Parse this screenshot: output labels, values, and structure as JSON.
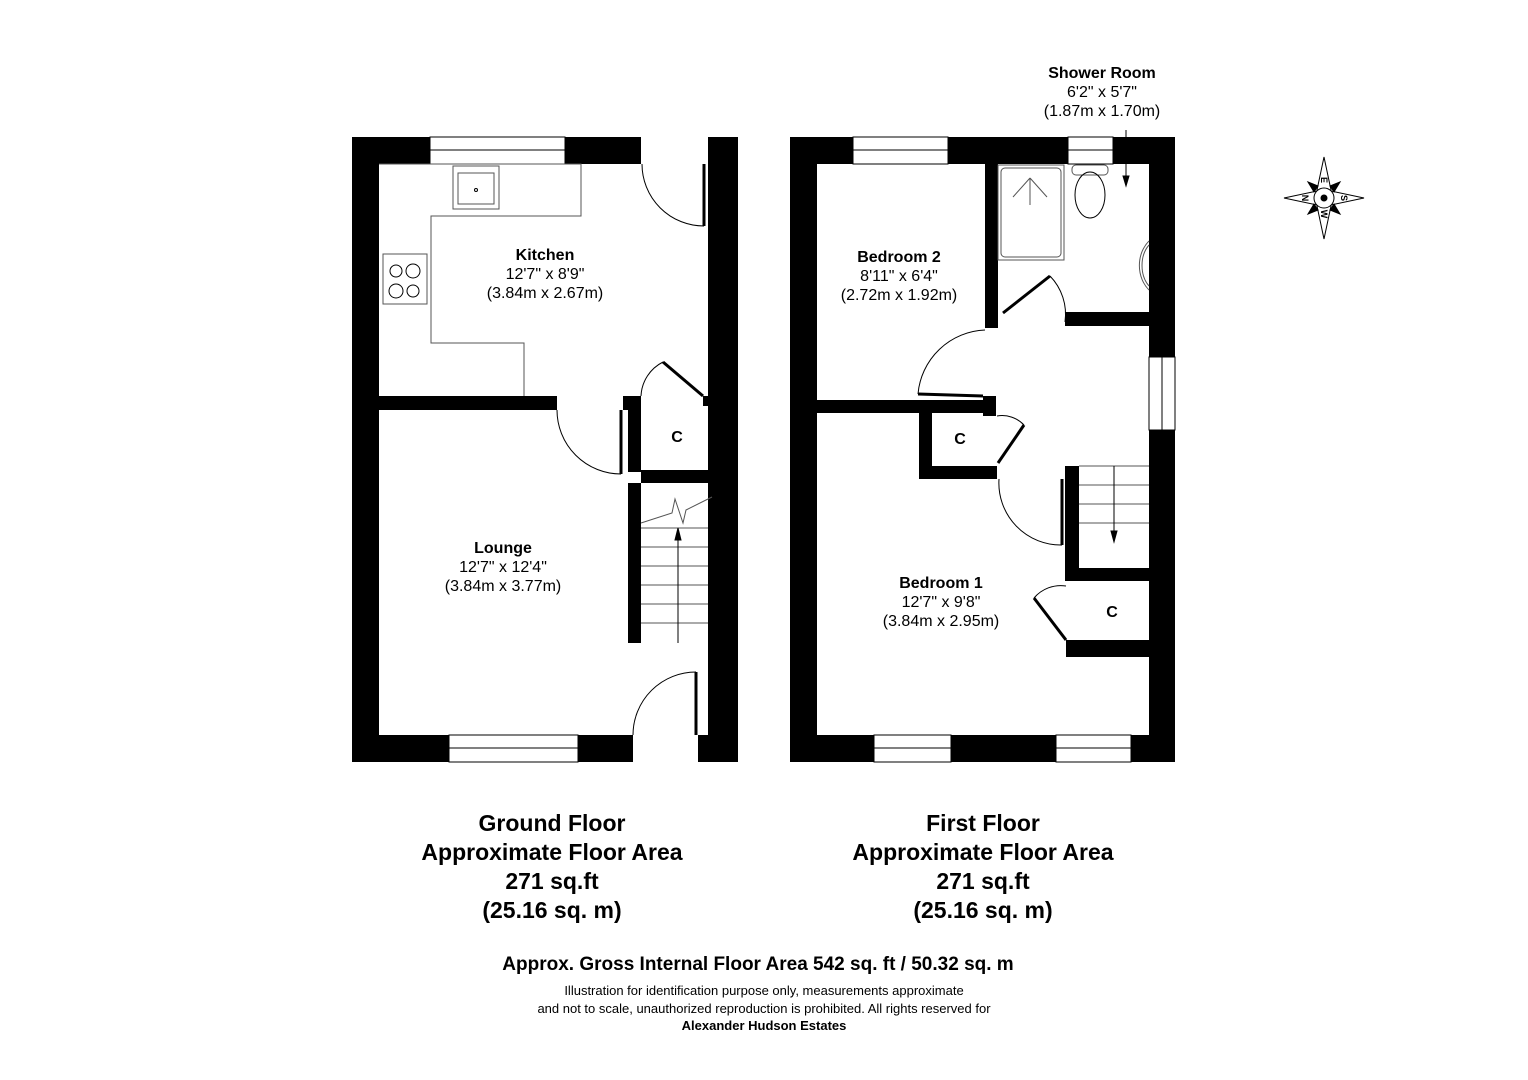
{
  "rooms": {
    "kitchen": {
      "name": "Kitchen",
      "imperial": "12'7\" x 8'9\"",
      "metric": "(3.84m x 2.67m)"
    },
    "lounge": {
      "name": "Lounge",
      "imperial": "12'7\" x 12'4\"",
      "metric": "(3.84m x 3.77m)"
    },
    "bedroom2": {
      "name": "Bedroom 2",
      "imperial": "8'11\" x 6'4\"",
      "metric": "(2.72m x 1.92m)"
    },
    "bedroom1": {
      "name": "Bedroom 1",
      "imperial": "12'7\" x 9'8\"",
      "metric": "(3.84m x 2.95m)"
    },
    "shower_room": {
      "name": "Shower Room",
      "imperial": "6'2\" x 5'7\"",
      "metric": "(1.87m x 1.70m)"
    }
  },
  "cupboards": {
    "ground": "C",
    "first_landing": "C",
    "first_bedroom1": "C"
  },
  "compass": {
    "n": "N",
    "e": "E",
    "s": "S",
    "w": "W"
  },
  "floors": {
    "ground": {
      "title": "Ground Floor",
      "subtitle": "Approximate Floor Area",
      "area_imperial": "271 sq.ft",
      "area_metric": "(25.16 sq. m)"
    },
    "first": {
      "title": "First Floor",
      "subtitle": "Approximate Floor Area",
      "area_imperial": "271 sq.ft",
      "area_metric": "(25.16 sq. m)"
    }
  },
  "footer": {
    "gross_area": "Approx. Gross Internal Floor Area 542 sq. ft / 50.32 sq. m",
    "disclaimer_line1": "Illustration for identification purpose only, measurements approximate",
    "disclaimer_line2": "and not to scale, unauthorized reproduction is prohibited. All rights reserved for",
    "company": "Alexander Hudson Estates"
  }
}
